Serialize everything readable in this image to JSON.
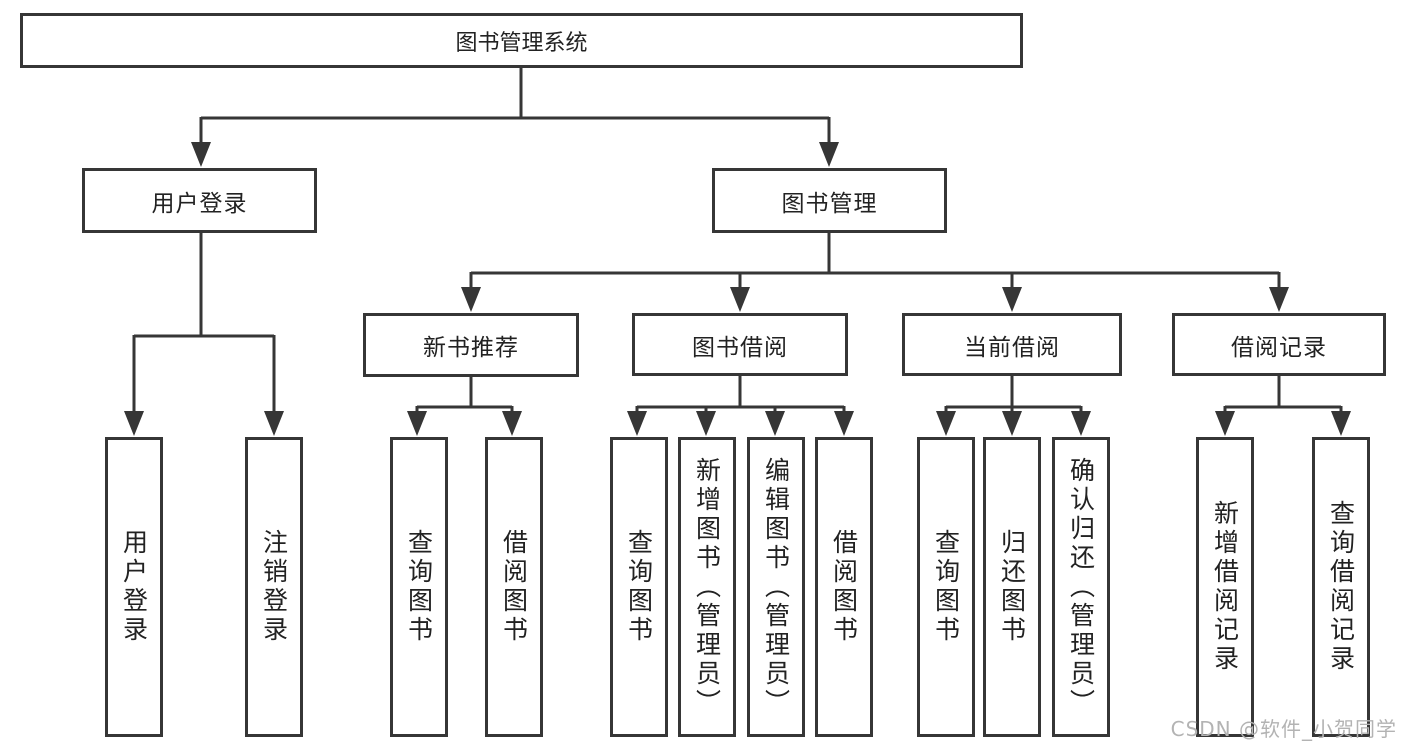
{
  "diagram": {
    "type": "hierarchy-tree",
    "root": {
      "label": "图书管理系统"
    },
    "branches": [
      {
        "label": "用户登录",
        "children": [
          {
            "label": "用户登录"
          },
          {
            "label": "注销登录"
          }
        ]
      },
      {
        "label": "图书管理",
        "children": [
          {
            "label": "新书推荐",
            "children": [
              {
                "label": "查询图书"
              },
              {
                "label": "借阅图书"
              }
            ]
          },
          {
            "label": "图书借阅",
            "children": [
              {
                "label": "查询图书"
              },
              {
                "label": "新增图书（管理员）"
              },
              {
                "label": "编辑图书（管理员）"
              },
              {
                "label": "借阅图书"
              }
            ]
          },
          {
            "label": "当前借阅",
            "children": [
              {
                "label": "查询图书"
              },
              {
                "label": "归还图书"
              },
              {
                "label": "确认归还（管理员）"
              }
            ]
          },
          {
            "label": "借阅记录",
            "children": [
              {
                "label": "新增借阅记录"
              },
              {
                "label": "查询借阅记录"
              }
            ]
          }
        ]
      }
    ]
  },
  "watermark": {
    "text": "CSDN @软件_小贺同学"
  },
  "colors": {
    "line": "#363636",
    "text": "#222222",
    "watermark": "#b3b3b3",
    "background": "#ffffff"
  }
}
